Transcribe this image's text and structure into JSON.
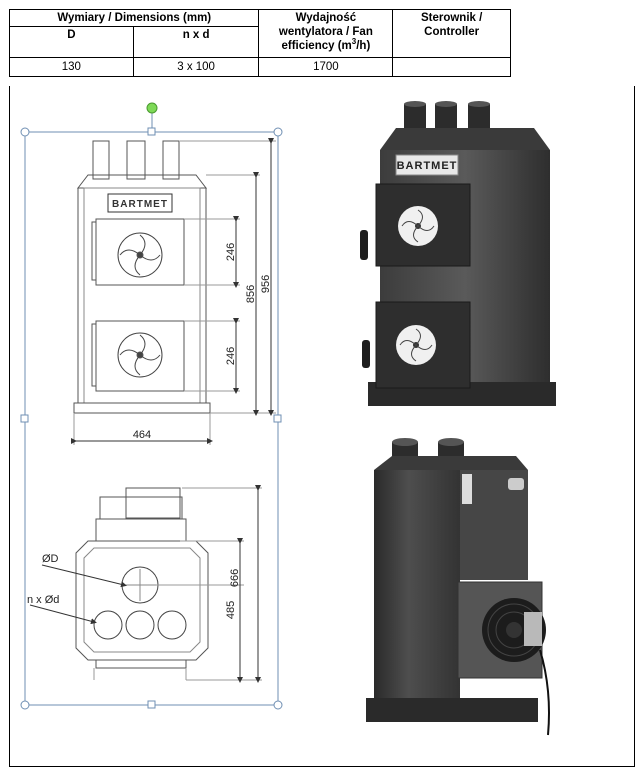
{
  "table": {
    "col1_header": "Wymiary / Dimensions (mm)",
    "col1a_sub": "D",
    "col1b_sub": "n x d",
    "col2_header_l1": "Wydajność",
    "col2_header_l2": "wentylatora / Fan",
    "col2_header_l3a": "efficiency (m",
    "col2_header_sup": "3",
    "col2_header_l3b": "/h)",
    "col3_header_l1": "Sterownik /",
    "col3_header_l2": "Controller",
    "row": {
      "d": "130",
      "nxd": "3 x 100",
      "fan": "1700",
      "controller": ""
    }
  },
  "drawing": {
    "brand": "BARTMET",
    "dim_246_top": "246",
    "dim_246_bottom": "246",
    "dim_856": "856",
    "dim_956": "956",
    "dim_464": "464",
    "dim_666": "666",
    "dim_485": "485",
    "label_d": "ØD",
    "label_nxd": "n x Ød"
  },
  "photo": {
    "brand": "BARTMET"
  }
}
